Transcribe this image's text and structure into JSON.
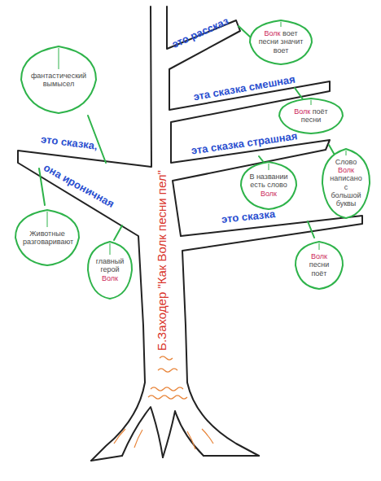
{
  "diagram": {
    "nodes": [
      {
        "text": [
          "фантастический вымысел"
        ]
      },
      {
        "text": [
          "Волк воет песни значит воет"
        ]
      },
      {
        "text": [
          "Волк поёт песни"
        ]
      },
      {
        "text": [
          "В названии есть слово Волк"
        ]
      },
      {
        "text": [
          "Слово Волк написано с большой буквы"
        ]
      },
      {
        "text": [
          "Животные разговаривают"
        ]
      },
      {
        "text": [
          "главный герой Волк"
        ]
      },
      {
        "text": [
          "Волк песни поёт"
        ]
      }
    ],
    "labels": [
      "это рассказ",
      "эта сказка смешная",
      "эта сказка страшная",
      "это сказка,",
      "она ироничная",
      "это сказка",
      "Б.Заходер \"Как Волк песни пел\""
    ]
  }
}
